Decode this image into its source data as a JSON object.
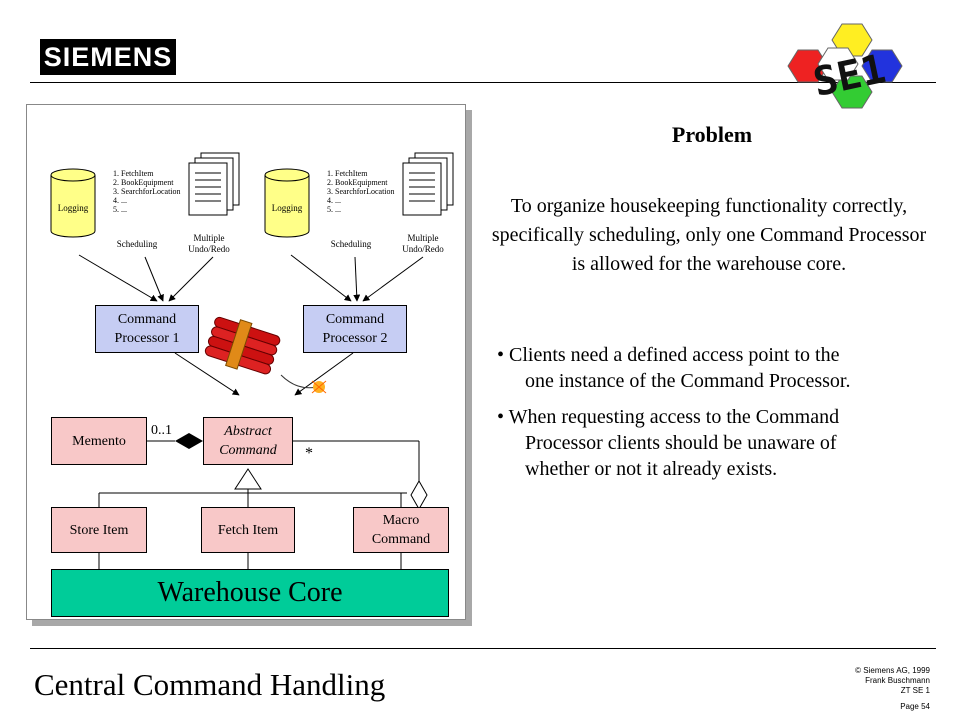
{
  "header": {
    "brand": "SIEMENS",
    "badge_text": "SE1"
  },
  "diagram": {
    "left_group": {
      "database_label": "Logging",
      "list_items": [
        "1. FetchItem",
        "2. BookEquipment",
        "3. SearchforLocation",
        "4. ...",
        "5. ..."
      ],
      "scheduling_label": "Scheduling",
      "undo_label": "Multiple Undo/Redo",
      "processor_label": "Command Processor 1"
    },
    "right_group": {
      "database_label": "Logging",
      "list_items": [
        "1. FetchItem",
        "2. BookEquipment",
        "3. SearchforLocation",
        "4. ...",
        "5. ..."
      ],
      "scheduling_label": "Scheduling",
      "undo_label": "Multiple Undo/Redo",
      "processor_label": "Command Processor 2"
    },
    "memento_label": "Memento",
    "multiplicity_label": "0..1",
    "abstract_command_label": "Abstract Command",
    "star_label": "*",
    "store_item_label": "Store Item",
    "fetch_item_label": "Fetch Item",
    "macro_command_label": "Macro Command",
    "warehouse_label": "Warehouse Core"
  },
  "problem": {
    "title": "Problem",
    "text": "To organize housekeeping functionality correctly, specifically scheduling, only one Command Processor is allowed for the warehouse core.",
    "bullets": [
      {
        "first": "• Clients need a defined access point to the",
        "rest": "one instance of the Command Processor."
      },
      {
        "first": "• When requesting access to the Command",
        "rest": "Processor clients should be unaware of whether or not it already exists."
      }
    ]
  },
  "footer": {
    "title": "Central Command Handling",
    "copyright": "© Siemens AG, 1999",
    "author": "Frank Buschmann",
    "dept": "ZT SE 1",
    "page": "Page 54"
  },
  "colors": {
    "processor": "#c6cdf3",
    "pink": "#f8c8c8",
    "warehouse": "#00cc99",
    "database": "#ffff88"
  }
}
